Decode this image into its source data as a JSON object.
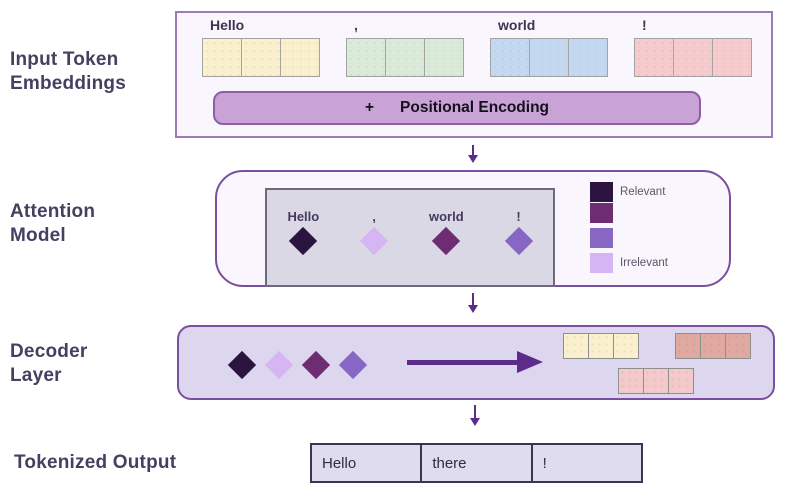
{
  "palette": {
    "arrow": "#5b2c8a",
    "section_label_color": "#473f60",
    "panel_fill": "#f9f7fd",
    "panel_border": "#9b7ab8",
    "attention_border": "#7a4fa0",
    "attention_inner_fill": "#dbd8e6",
    "attention_inner_border": "#6f6880",
    "decoder_fill": "#dcd7ee",
    "decoder_border": "#7a4fa0",
    "positional_bar_fill": "#c9a2d6",
    "positional_bar_border": "#8e5fa6",
    "output_table_fill": "#dfdcf0",
    "output_table_border": "#3a3550"
  },
  "input_section": {
    "label_lines": [
      "Input Token",
      "Embeddings"
    ],
    "tokens": [
      {
        "text": "Hello",
        "cell_color": "#faf0cd",
        "cell_count": 3
      },
      {
        "text": ",",
        "cell_color": "#d9ead8",
        "cell_count": 3
      },
      {
        "text": "world",
        "cell_color": "#c5d8f2",
        "cell_count": 3
      },
      {
        "text": "!",
        "cell_color": "#f5cbcd",
        "cell_count": 3
      }
    ],
    "positional_encoding": {
      "operator": "+",
      "label": "Positional Encoding"
    }
  },
  "attention_section": {
    "label_lines": [
      "Attention",
      "Model"
    ],
    "items": [
      {
        "text": "Hello",
        "diamond_color": "#2b1540"
      },
      {
        "text": ",",
        "diamond_color": "#d5b5f2"
      },
      {
        "text": "world",
        "diamond_color": "#6e2d72"
      },
      {
        "text": "!",
        "diamond_color": "#8766c4"
      }
    ],
    "legend": [
      {
        "color": "#2b1540",
        "label": "Relevant"
      },
      {
        "color": "#6e2d72",
        "label": ""
      },
      {
        "color": "#8766c4",
        "label": ""
      },
      {
        "color": "#d5b5f2",
        "label": "Irrelevant"
      }
    ]
  },
  "decoder_section": {
    "label_lines": [
      "Decoder",
      "Layer"
    ],
    "diamond_colors": [
      "#2b1540",
      "#d5b5f2",
      "#6e2d72",
      "#8766c4"
    ],
    "token_groups": [
      {
        "cell_color": "#faf0cd",
        "cell_count": 3,
        "position": "top-left"
      },
      {
        "cell_color": "#dfa9a2",
        "cell_count": 3,
        "position": "top-right"
      },
      {
        "cell_color": "#f4c9cc",
        "cell_count": 3,
        "position": "bottom-center"
      }
    ]
  },
  "output_section": {
    "label": "Tokenized Output",
    "cells": [
      "Hello",
      "there",
      "!"
    ]
  }
}
